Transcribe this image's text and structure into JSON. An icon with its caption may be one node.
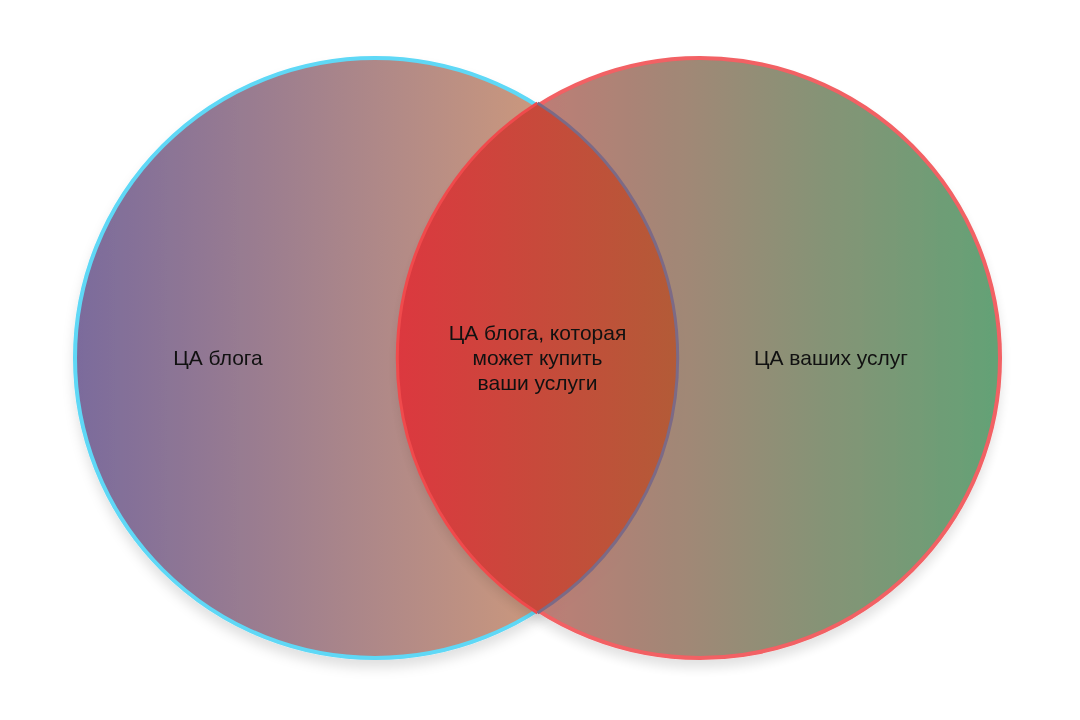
{
  "diagram": {
    "nodes": [
      {
        "text": [
          "ЦА блога"
        ]
      },
      {
        "text": [
          "ЦА ваших услуг"
        ]
      },
      {
        "text": [
          "ЦА блога, которая может купить ваши услуги"
        ]
      }
    ]
  }
}
